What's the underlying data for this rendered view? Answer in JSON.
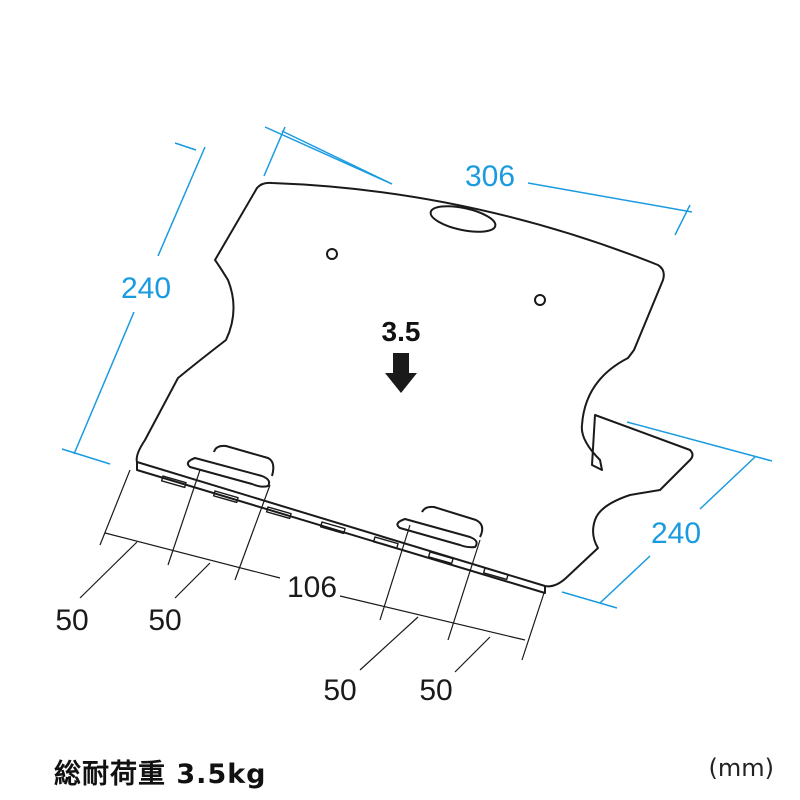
{
  "diagram": {
    "type": "product-dimension-drawing",
    "subject": "laptop stand",
    "colors": {
      "dimension_lines": "#1a9be0",
      "outline": "#1a1a1a",
      "background": "#ffffff"
    },
    "dimensions": {
      "width_top": "306",
      "height_left": "240",
      "depth_right": "240",
      "bottom_span": "106",
      "bottom_left_a": "50",
      "bottom_left_b": "50",
      "bottom_right_a": "50",
      "bottom_right_b": "50"
    },
    "load_arrow_value": "3.5",
    "caption": "総耐荷重 3.5kg",
    "unit": "(mm)"
  }
}
